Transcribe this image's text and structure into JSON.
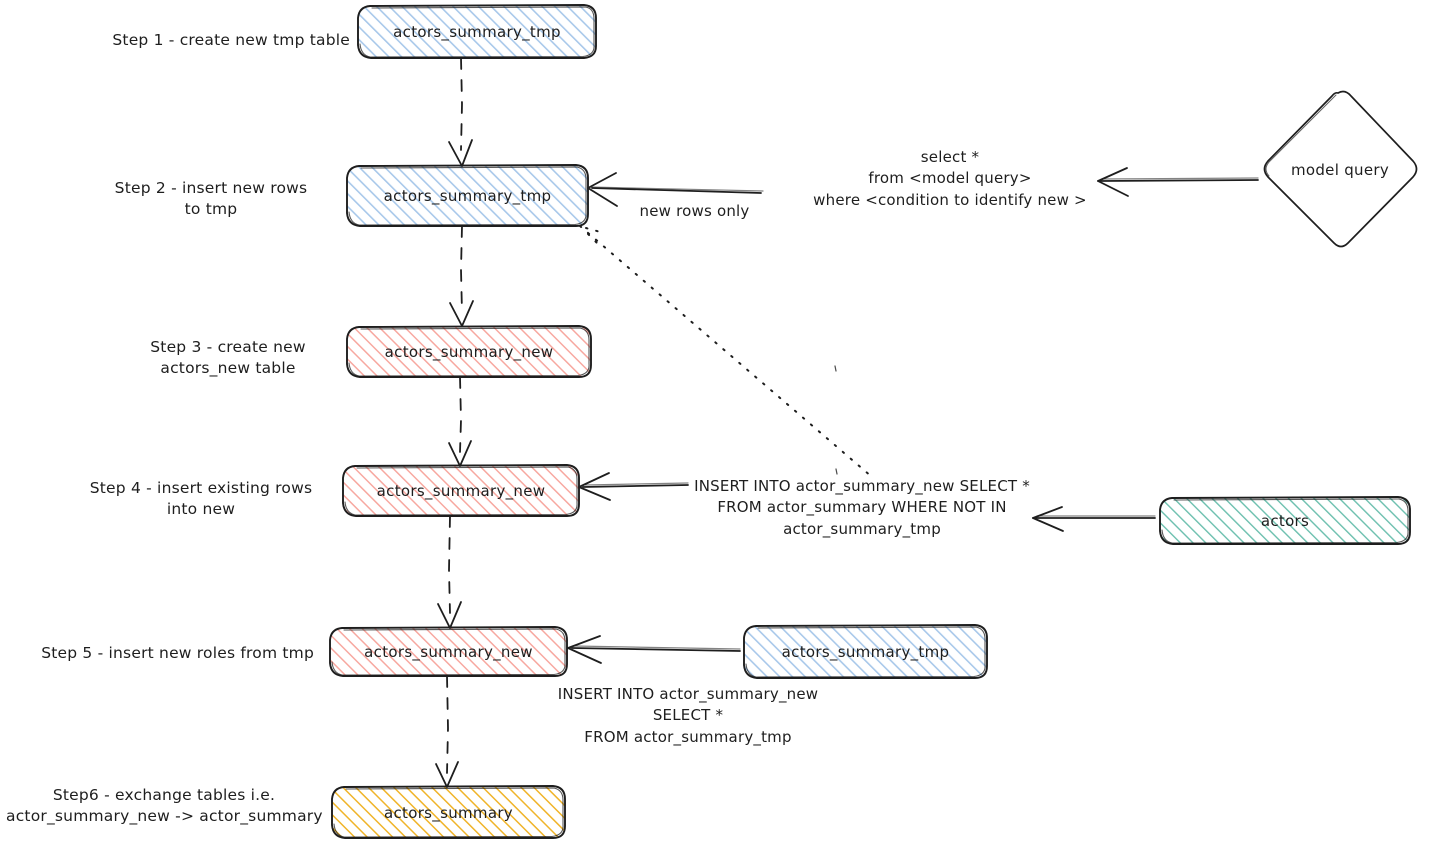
{
  "diagram": {
    "title": "actors_summary incremental table build",
    "style": "hand-drawn",
    "background": "#ffffff",
    "stroke": "#1e1e1e"
  },
  "colors": {
    "blue_stroke": "#1e1e1e",
    "blue_hatch": "#a8c8ea",
    "pink_hatch": "#f7a8a0",
    "green_hatch": "#6bbfae",
    "yellow_hatch": "#f0b429",
    "text": "#1e1e1e"
  },
  "steps": [
    {
      "id": "step1",
      "label": "Step 1 - create new tmp table"
    },
    {
      "id": "step2",
      "label": "Step 2 - insert new rows\nto tmp"
    },
    {
      "id": "step3",
      "label": "Step 3 - create new\nactors_new table"
    },
    {
      "id": "step4",
      "label": "Step 4 - insert existing rows\ninto new"
    },
    {
      "id": "step5",
      "label": "Step 5 - insert new roles from tmp"
    },
    {
      "id": "step6",
      "label": "Step6 - exchange tables i.e.\nactor_summary_new -> actor_summary"
    }
  ],
  "nodes": [
    {
      "id": "tmp1",
      "label": "actors_summary_tmp",
      "shape": "rounded-rect",
      "fill": "blue"
    },
    {
      "id": "tmp2",
      "label": "actors_summary_tmp",
      "shape": "rounded-rect",
      "fill": "blue"
    },
    {
      "id": "new1",
      "label": "actors_summary_new",
      "shape": "rounded-rect",
      "fill": "pink"
    },
    {
      "id": "new2",
      "label": "actors_summary_new",
      "shape": "rounded-rect",
      "fill": "pink"
    },
    {
      "id": "new3",
      "label": "actors_summary_new",
      "shape": "rounded-rect",
      "fill": "pink"
    },
    {
      "id": "summary",
      "label": "actors_summary",
      "shape": "rounded-rect",
      "fill": "yellow"
    },
    {
      "id": "tmp3",
      "label": "actors_summary_tmp",
      "shape": "rounded-rect",
      "fill": "blue"
    },
    {
      "id": "actors",
      "label": "actors",
      "shape": "rounded-rect",
      "fill": "green"
    },
    {
      "id": "model",
      "label": "model query",
      "shape": "diamond",
      "fill": "none"
    }
  ],
  "edge_labels": [
    {
      "id": "new-rows-only",
      "text": "new rows only"
    },
    {
      "id": "model-query-sql",
      "text": "select *\nfrom <model query>\nwhere <condition to identify new >"
    },
    {
      "id": "insert-existing-sql",
      "text": "INSERT INTO actor_summary_new SELECT *\nFROM actor_summary WHERE NOT IN\nactor_summary_tmp"
    },
    {
      "id": "insert-new-roles-sql",
      "text": "INSERT INTO actor_summary_new\nSELECT *\nFROM actor_summary_tmp"
    }
  ]
}
